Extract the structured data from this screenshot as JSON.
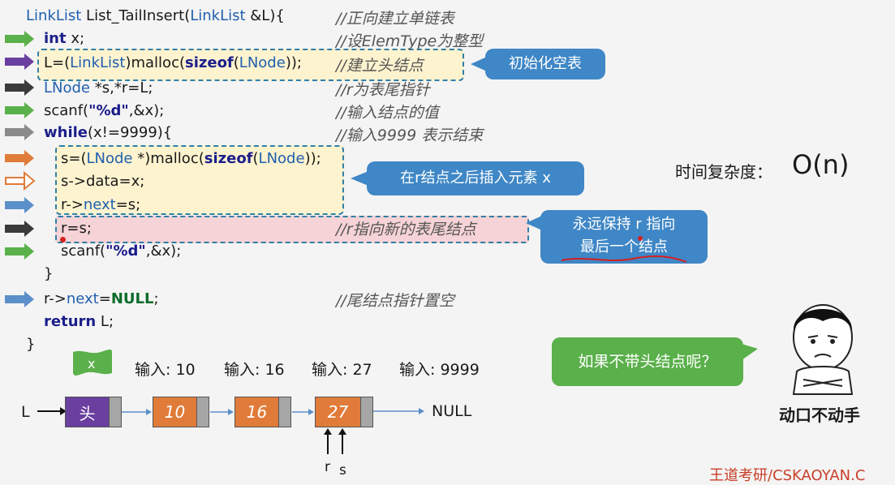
{
  "code": {
    "l1_type": "LinkList",
    "l1_name": " List_TailInsert(",
    "l1_ptype": "LinkList",
    "l1_rest": " &L){",
    "l2_kw": "int",
    "l2_rest": " x;",
    "l3_a": "L=(",
    "l3_type": "LinkList",
    "l3_b": ")malloc(",
    "l3_kw": "sizeof",
    "l3_c": "(",
    "l3_type2": "LNode",
    "l3_d": "));",
    "l4_type": "LNode",
    "l4_rest": " *s,*r=L;",
    "l5_a": "scanf(",
    "l5_str": "\"%d\"",
    "l5_b": ",&x);",
    "l6_kw": "while",
    "l6_rest": "(x!=9999){",
    "l7_a": "s=(",
    "l7_type": "LNode",
    "l7_b": " *)malloc(",
    "l7_kw": "sizeof",
    "l7_c": "(",
    "l7_type2": "LNode",
    "l7_d": "));",
    "l8": "s->data=x;",
    "l9_a": "r->",
    "l9_kw": "next",
    "l9_b": "=s;",
    "l10": "r=s;",
    "l11_a": "scanf(",
    "l11_str": "\"%d\"",
    "l11_b": ",&x);",
    "l12": "}",
    "l13_a": "r->",
    "l13_kw": "next",
    "l13_b": "=",
    "l13_null": "NULL",
    "l13_c": ";",
    "l14_kw": "return",
    "l14_rest": "  L;",
    "l15": "}"
  },
  "comments": {
    "c1": "//正向建立单链表",
    "c2": "//设ElemType为整型",
    "c3": "//建立头结点",
    "c4": "//r为表尾指针",
    "c5": "//输入结点的值",
    "c6": "//输入9999 表示结束",
    "c10": "//r指向新的表尾结点",
    "c13": "//尾结点指针置空"
  },
  "bubbles": {
    "init": "初始化空表",
    "insert": "在r结点之后插入元素 x",
    "keep_line1": "永远保持 r 指向",
    "keep_line2": "最后一个结点",
    "question": "如果不带头结点呢？"
  },
  "complexity": {
    "label": "时间复杂度：",
    "value": "O(n)"
  },
  "inputs": {
    "flag": "x",
    "i1": "输入: 10",
    "i2": "输入: 16",
    "i3": "输入: 27",
    "i4": "输入: 9999"
  },
  "list": {
    "head_ptr": "L",
    "head": "头",
    "n1": "10",
    "n2": "16",
    "n3": "27",
    "null": "NULL",
    "r": "r",
    "s": "s"
  },
  "meme_caption": "动口不动手",
  "watermark": "王道考研/CSKAOYAN.C",
  "colors": {
    "arrow_green": "#5ab04a",
    "arrow_purple": "#6a3fa0",
    "arrow_black": "#3a3a3a",
    "arrow_gray": "#8a8a8a",
    "arrow_orange": "#e07b39",
    "arrow_blue": "#5b8fc9",
    "highlight_yellow": "#fdf3cf",
    "highlight_pink": "#f6d3d6",
    "node_orange": "#e07b39",
    "node_purple": "#6a3fa0"
  }
}
